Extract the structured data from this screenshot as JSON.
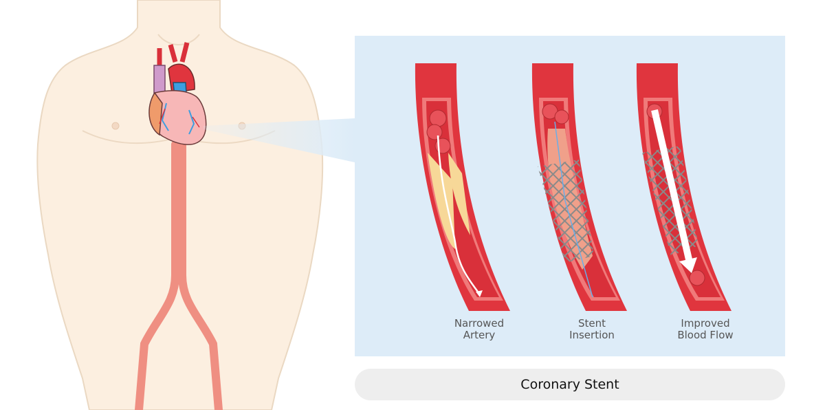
{
  "title": "Coronary Stent",
  "panels": [
    {
      "label_line1": "Narrowed",
      "label_line2": "Artery"
    },
    {
      "label_line1": "Stent",
      "label_line2": "Insertion"
    },
    {
      "label_line1": "Improved",
      "label_line2": "Blood Flow"
    }
  ],
  "colors": {
    "skin": "#fcefe0",
    "skin_outline": "#e8d3bb",
    "artery_red": "#e0353e",
    "artery_wall": "#f07a7a",
    "plaque": "#f7d898",
    "panel_bg": "#ddecf8",
    "caption_bg": "#eeeeee",
    "vein_blue": "#4aa3e0",
    "stent_gray": "#8a8a8a"
  }
}
